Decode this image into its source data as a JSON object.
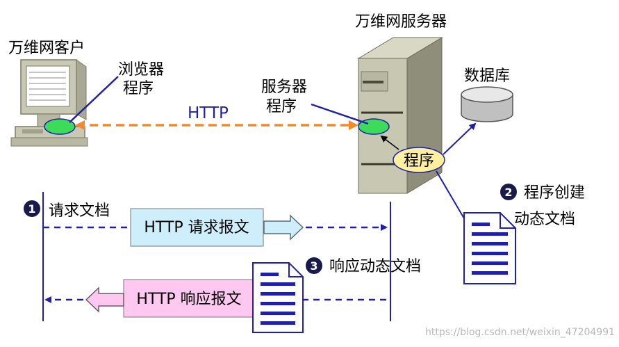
{
  "labels": {
    "server_title": "万维网服务器",
    "client_title": "万维网客户",
    "browser_line1": "浏览器",
    "browser_line2": "程序",
    "server_prog_line1": "服务器",
    "server_prog_line2": "程序",
    "http": "HTTP",
    "database": "数据库",
    "program": "程序",
    "step2_line1": "程序创建",
    "step2_line2": "动态文档",
    "step1_text": "请求文档",
    "request_msg": "HTTP 请求报文",
    "step3_text": "响应动态文档",
    "response_msg": "HTTP 响应报文",
    "watermark": "https://blog.csdn.net/weixin_47204991"
  },
  "steps": {
    "one": "1",
    "two": "2",
    "three": "3"
  },
  "colors": {
    "http_arrow": "#f08a2c",
    "ellipse_green": "#3cdc5a",
    "program_yellow": "#fff0a0",
    "request_box": "#cdeefa",
    "response_box": "#ffc8f0",
    "dark_blue": "#1f1fa8"
  },
  "icons": {
    "client": "computer-icon",
    "server": "server-tower-icon",
    "database": "database-cylinder-icon",
    "document": "document-icon"
  }
}
